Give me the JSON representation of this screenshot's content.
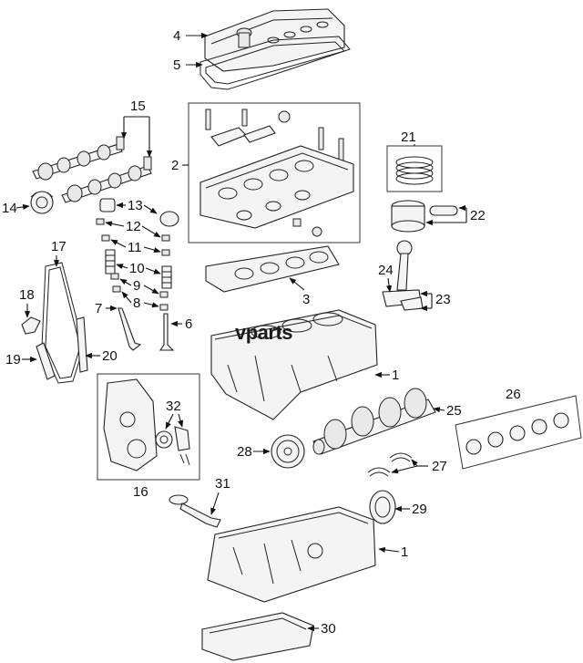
{
  "watermark": "vparts",
  "callouts": {
    "c1a": "1",
    "c1b": "1",
    "c2": "2",
    "c3": "3",
    "c4": "4",
    "c5": "5",
    "c6": "6",
    "c7": "7",
    "c8": "8",
    "c9": "9",
    "c10": "10",
    "c11": "11",
    "c12": "12",
    "c13": "13",
    "c14": "14",
    "c15": "15",
    "c16": "16",
    "c17": "17",
    "c18": "18",
    "c19": "19",
    "c20": "20",
    "c21": "21",
    "c22": "22",
    "c23": "23",
    "c24": "24",
    "c25": "25",
    "c26": "26",
    "c27": "27",
    "c28": "28",
    "c29": "29",
    "c30": "30",
    "c31": "31",
    "c32": "32"
  }
}
